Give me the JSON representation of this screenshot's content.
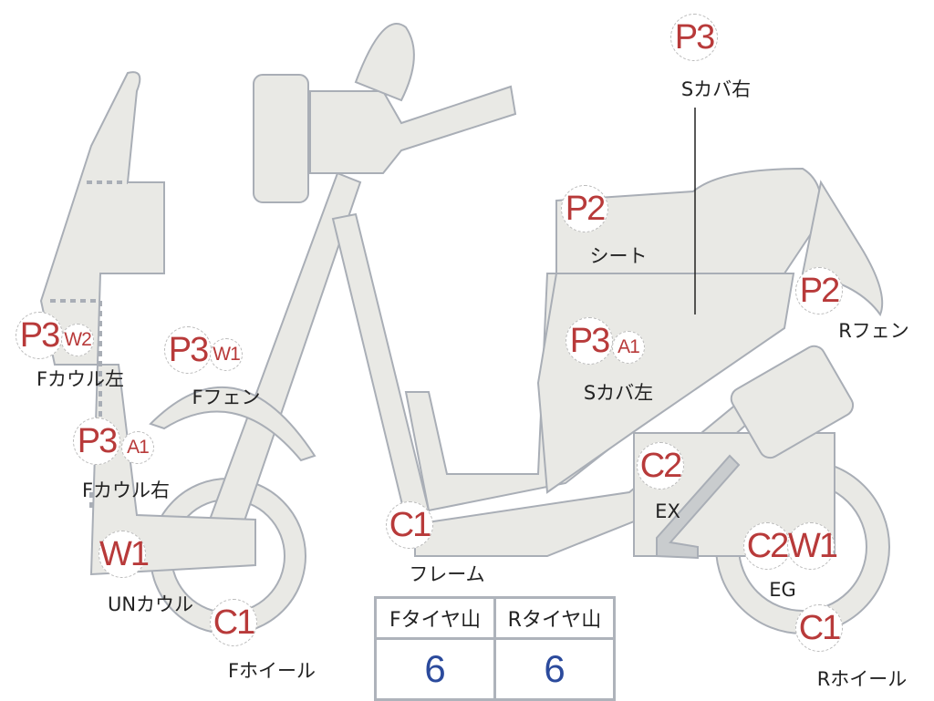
{
  "markers": [
    {
      "grades": [
        "P3"
      ],
      "label": "Sカバ右"
    },
    {
      "grades": [
        "P2"
      ],
      "label": "シート"
    },
    {
      "grades": [
        "P2"
      ],
      "label": "Rフェン"
    },
    {
      "grades": [
        "P3",
        "A1"
      ],
      "label": "Sカバ左"
    },
    {
      "grades": [
        "C2"
      ],
      "label": "EX"
    },
    {
      "grades": [
        "C2",
        "W1"
      ],
      "label": "EG"
    },
    {
      "grades": [
        "C1"
      ],
      "label": "Rホイール"
    },
    {
      "grades": [
        "C1"
      ],
      "label": "フレーム"
    },
    {
      "grades": [
        "C1"
      ],
      "label": "Fホイール"
    },
    {
      "grades": [
        "W1"
      ],
      "label": "UNカウル"
    },
    {
      "grades": [
        "P3",
        "A1"
      ],
      "label": "Fカウル右"
    },
    {
      "grades": [
        "P3",
        "W2"
      ],
      "label": "Fカウル左"
    },
    {
      "grades": [
        "P3",
        "W1"
      ],
      "label": "Fフェン"
    }
  ],
  "tire_table": {
    "headers": [
      "Fタイヤ山",
      "Rタイヤ山"
    ],
    "values": [
      "6",
      "6"
    ]
  },
  "colors": {
    "part_fill": "#e9e9e5",
    "outline": "#a9aeb6",
    "grade": "#b83a3a",
    "value": "#2b4a9c"
  }
}
